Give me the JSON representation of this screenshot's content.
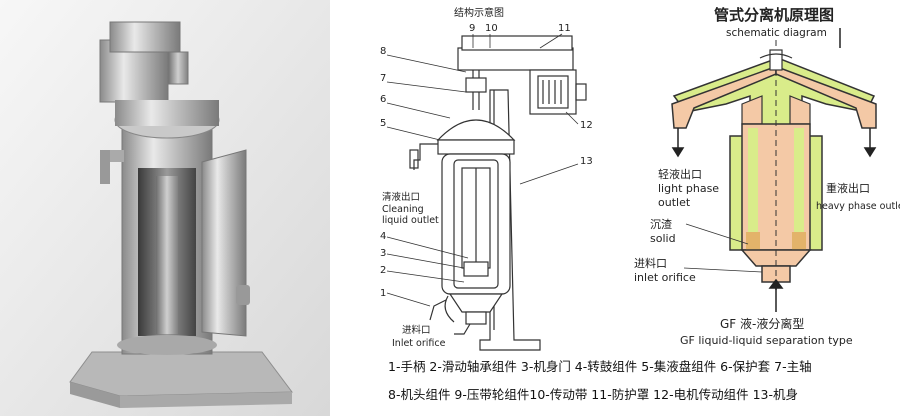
{
  "structure": {
    "title": "结构示意图",
    "numbers": [
      "1",
      "2",
      "3",
      "4",
      "5",
      "6",
      "7",
      "8",
      "9",
      "10",
      "11",
      "12",
      "13"
    ],
    "cleaning_outlet_cn": "清液出口",
    "cleaning_outlet_en_1": "Cleaning",
    "cleaning_outlet_en_2": "liquid outlet",
    "inlet_cn": "进料口",
    "inlet_en": "Inlet orifice"
  },
  "schematic": {
    "title": "管式分离机原理图",
    "subtitle": "schematic diagram",
    "light_cn": "轻液出口",
    "light_en_1": "light  phase",
    "light_en_2": "outlet",
    "heavy_cn": "重液出口",
    "heavy_en": "heavy phase outlet",
    "solid_cn": "沉渣",
    "solid_en": "solid",
    "inlet_cn": "进料口",
    "inlet_en": "inlet orifice",
    "type_cn": "GF 液-液分离型",
    "type_en": "GF liquid-liquid separation type",
    "colors": {
      "light_phase": "#f4c9a6",
      "heavy_phase": "#d9ec8a",
      "outline": "#333333",
      "sediment": "#e3b36a"
    }
  },
  "legend": {
    "line1": "1-手柄 2-滑动轴承组件 3-机身门 4-转鼓组件 5-集液盘组件 6-保护套 7-主轴",
    "line2": "8-机头组件 9-压带轮组件10-传动带 11-防护罩 12-电机传动组件 13-机身"
  }
}
